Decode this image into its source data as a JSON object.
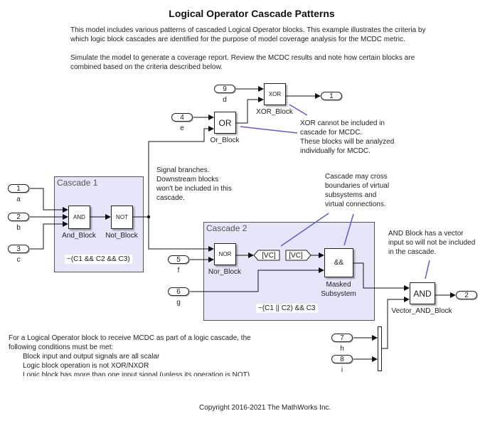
{
  "title": "Logical Operator Cascade Patterns",
  "intro": {
    "line1": "This model includes various patterns of cascaded Logical Operator blocks. This example illustrates the criteria by",
    "line2": "which logic block cascades are identified for the purpose of model coverage analysis for the MCDC metric.",
    "line3": "Simulate the model to generate a coverage report. Review the MCDC results and note how certain blocks are",
    "line4": "combined based on the criteria described below."
  },
  "inports": [
    {
      "num": "1",
      "name": "a"
    },
    {
      "num": "2",
      "name": "b"
    },
    {
      "num": "3",
      "name": "c"
    },
    {
      "num": "4",
      "name": "e"
    },
    {
      "num": "5",
      "name": "f"
    },
    {
      "num": "6",
      "name": "g"
    },
    {
      "num": "7",
      "name": "h"
    },
    {
      "num": "8",
      "name": "i"
    },
    {
      "num": "9",
      "name": "d"
    }
  ],
  "outports": [
    {
      "num": "1"
    },
    {
      "num": "2"
    }
  ],
  "blocks": {
    "and": {
      "op": "AND",
      "name": "And_Block"
    },
    "not": {
      "op": "NOT",
      "name": "Not_Block"
    },
    "or": {
      "op": "OR",
      "name": "Or_Block"
    },
    "xor": {
      "op": "XOR",
      "name": "XOR_Block"
    },
    "nor": {
      "op": "NOR",
      "name": "Nor_Block"
    },
    "masked": {
      "op": "&&",
      "name_line1": "Masked",
      "name_line2": "Subsystem"
    },
    "vector_and": {
      "op": "AND",
      "name": "Vector_AND_Block"
    },
    "goto": {
      "tag": "[VC]"
    },
    "from": {
      "tag": "[VC]"
    }
  },
  "areas": {
    "cascade1": {
      "title": "Cascade 1",
      "expr": "~(C1 && C2 && C3)"
    },
    "cascade2": {
      "title": "Cascade 2",
      "expr": "~(C1 || C2) && C3"
    }
  },
  "notes": {
    "xor": [
      "XOR cannot be included in",
      "cascade for MCDC.",
      "These blocks will be analyzed",
      "individually for MCDC."
    ],
    "branch": [
      "Signal branches.",
      "Downstream blocks",
      "won't be included in this",
      "cascade."
    ],
    "virtual": [
      "Cascade may cross",
      "boundaries of virtual",
      "subsystems and",
      "virtual connections."
    ],
    "vector": [
      "AND Block has a vector",
      "input so will not be included",
      "in the cascade."
    ]
  },
  "conditions": {
    "intro1": "For a Logical Operator block to receive MCDC as part of a logic cascade, the",
    "intro2": "following conditions must be met:",
    "items": [
      "Block input and output signals are all scalar",
      "Logic block operation is not XOR/NXOR",
      "Logic block has more than one input signal (unless its operation is NOT)"
    ]
  },
  "copyright": "Copyright 2016-2021 The MathWorks Inc.",
  "colors": {
    "annotation_line": "#5b5bd6",
    "area_fill": "#e6e6fa"
  }
}
